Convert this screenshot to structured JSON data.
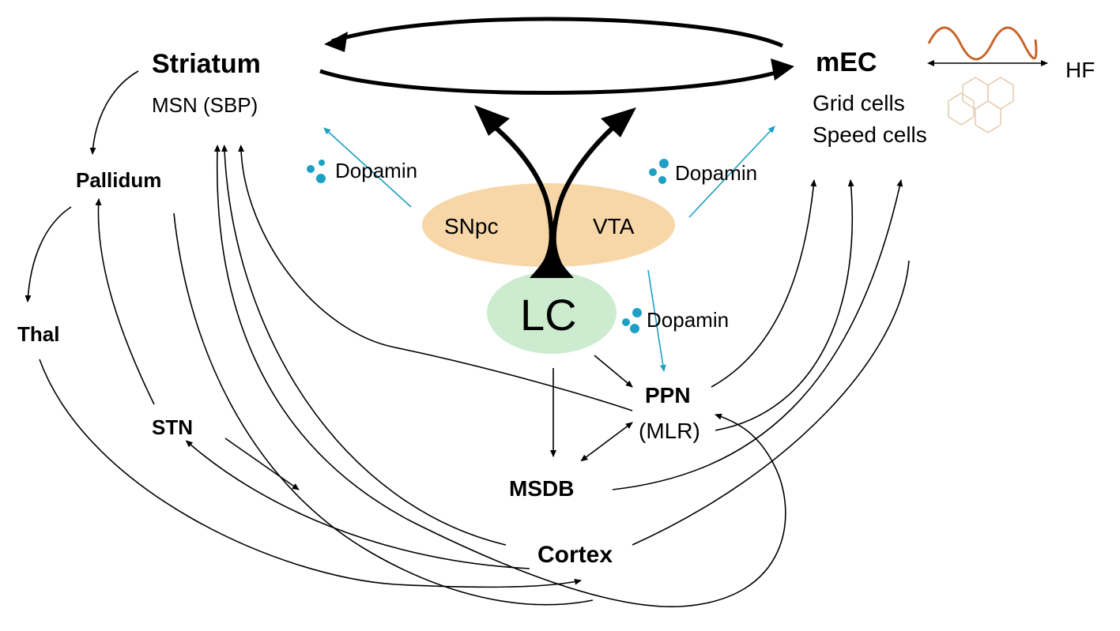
{
  "colors": {
    "snpc_vta_fill": "#f7d6a8",
    "lc_fill": "#cdeccf",
    "dopamine": "#1e9fc4",
    "wave": "#c8642a",
    "hex": "#e2c9a8",
    "line": "#000000"
  },
  "nodes": {
    "striatum": "Striatum",
    "msn": "MSN (SBP)",
    "mec": "mEC",
    "grid_cells": "Grid cells",
    "speed_cells": "Speed cells",
    "hf": "HF",
    "pallidum": "Pallidum",
    "thal": "Thal",
    "snpc": "SNpc",
    "vta": "VTA",
    "lc": "LC",
    "ppn": "PPN",
    "mlr": "(MLR)",
    "stn": "STN",
    "msdb": "MSDB",
    "cortex": "Cortex"
  },
  "dopamine_labels": [
    "Dopamin",
    "Dopamin",
    "Dopamin"
  ],
  "icons": [
    "theta-wave-icon",
    "hexagon-grid-icon",
    "dopamine-molecules-icon"
  ]
}
